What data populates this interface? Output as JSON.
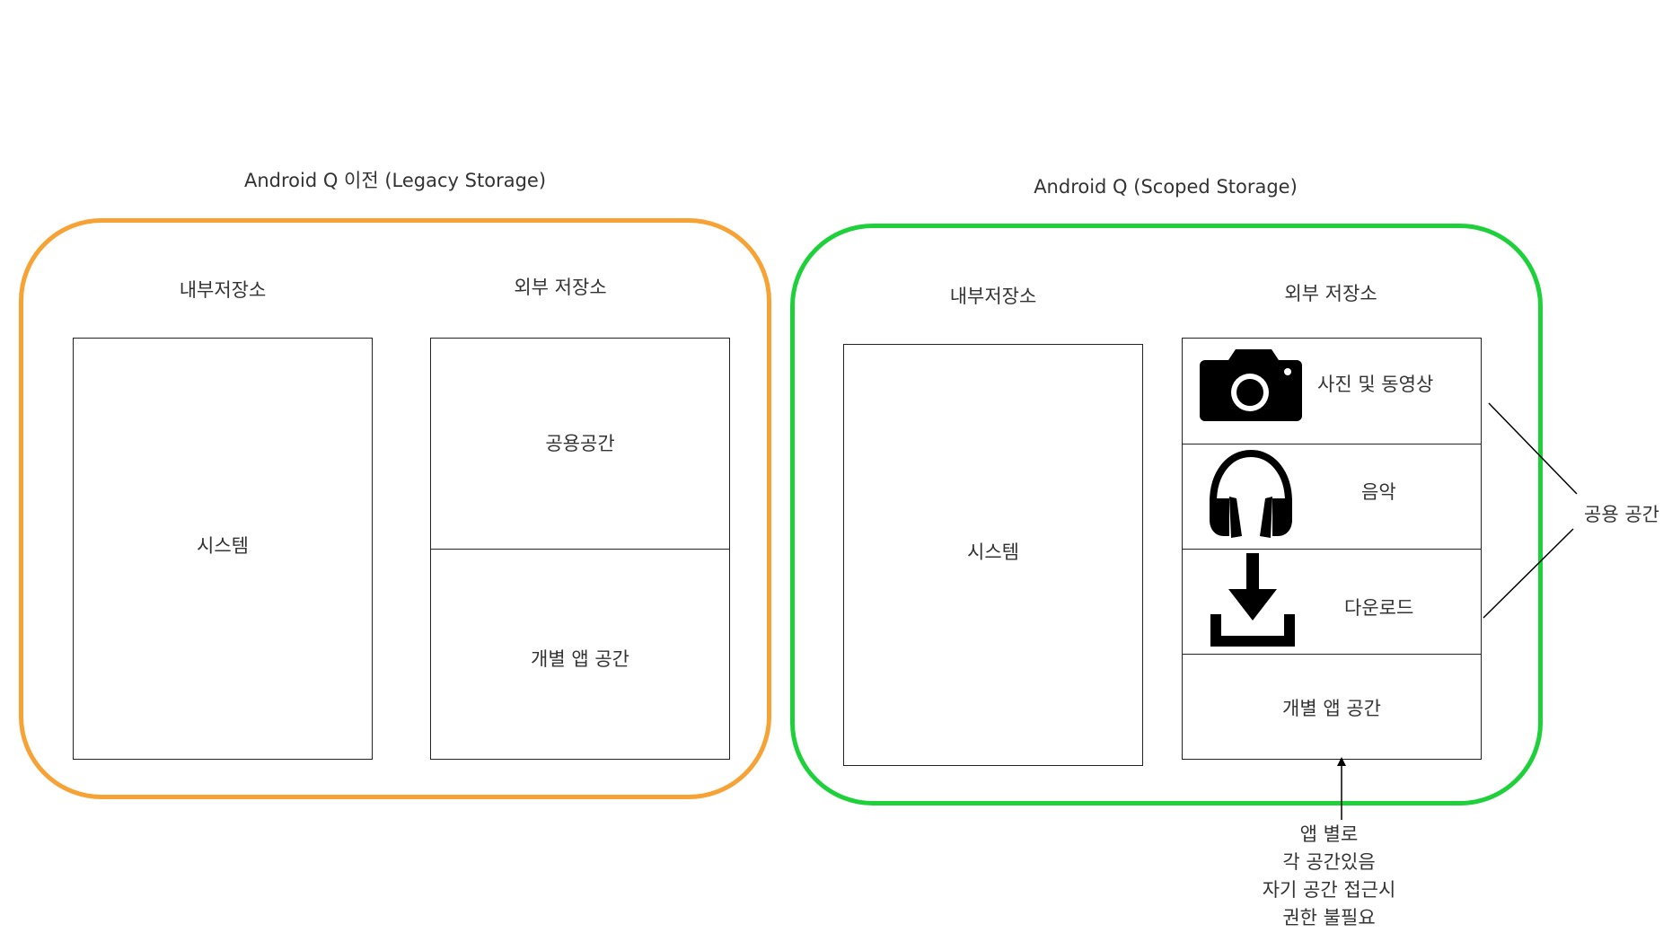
{
  "legacy": {
    "title": "Android Q 이전 (Legacy Storage)",
    "internal_label": "내부저장소",
    "external_label": "외부 저장소",
    "system": "시스템",
    "public_space": "공용공간",
    "app_space": "개별 앱 공간",
    "color": "#f6a234"
  },
  "scoped": {
    "title": "Android Q (Scoped Storage)",
    "internal_label": "내부저장소",
    "external_label": "외부 저장소",
    "system": "시스템",
    "photos": "사진 및 동영상",
    "music": "음악",
    "downloads": "다운로드",
    "app_space": "개별 앱 공간",
    "public_space_callout": "공용 공간",
    "note_lines": [
      "앱 별로",
      "각 공간있음",
      "자기 공간 접근시",
      "권한 불필요"
    ],
    "icons": [
      "camera-icon",
      "headphones-icon",
      "download-icon"
    ],
    "color": "#1ed13a"
  }
}
